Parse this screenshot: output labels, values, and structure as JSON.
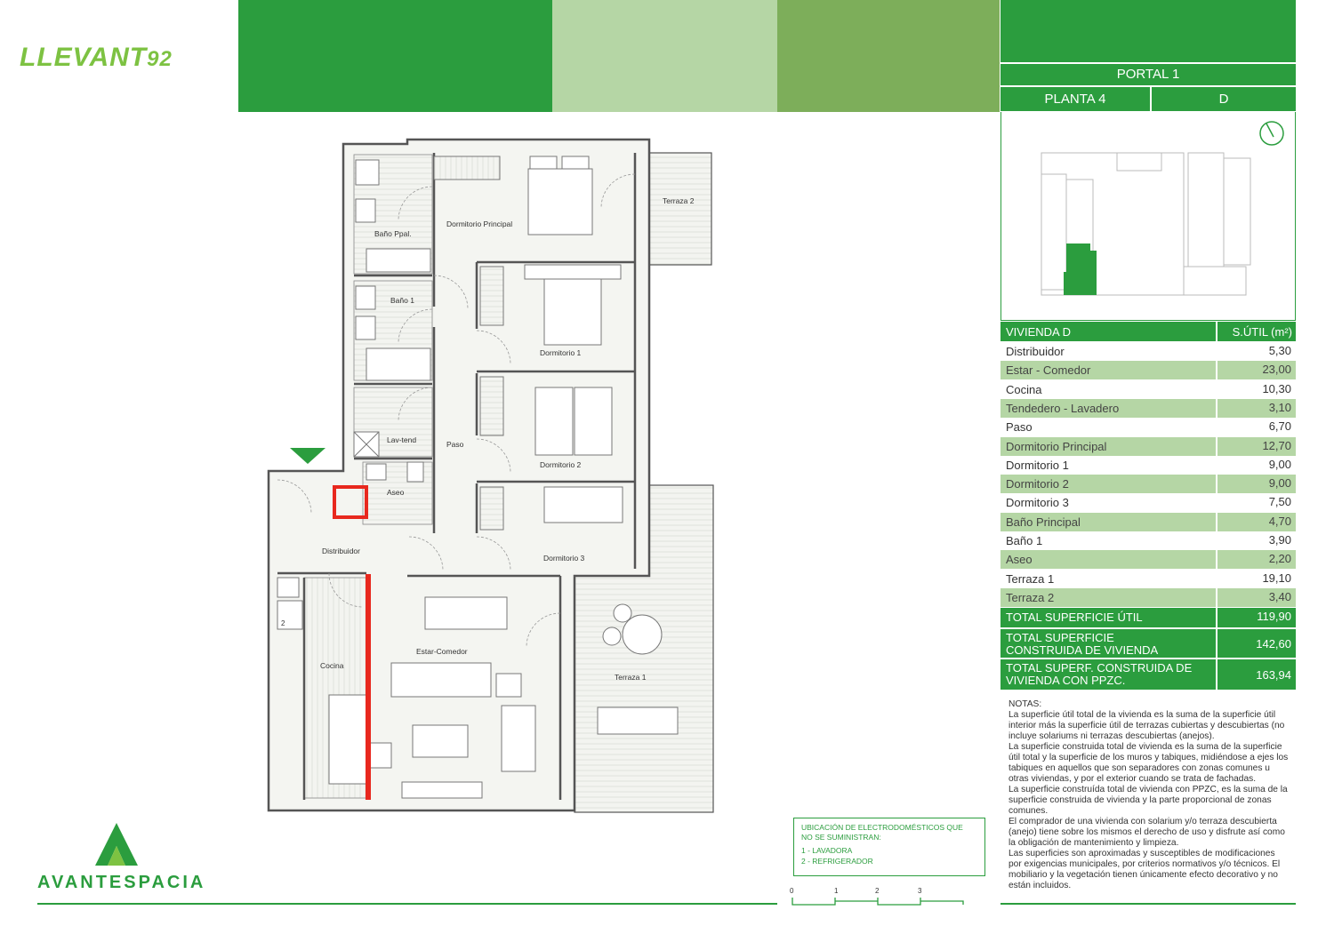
{
  "brand": {
    "logo": "LLEVANT",
    "logo_number": "92",
    "developer": "AVANTESPACIA"
  },
  "colors": {
    "green_dark": "#2b9d3e",
    "green_light": "#b5d6a5",
    "green_mid": "#7dae5a",
    "logo_green": "#7dc242",
    "red_mark": "#e8281e"
  },
  "header": {
    "portal": "PORTAL 1",
    "planta": "PLANTA 4",
    "letra": "D"
  },
  "table": {
    "title": "VIVIENDA D",
    "unit_header": "S.ÚTIL (m²)",
    "rows": [
      {
        "name": "Distribuidor",
        "value": "5,30"
      },
      {
        "name": "Estar - Comedor",
        "value": "23,00"
      },
      {
        "name": "Cocina",
        "value": "10,30"
      },
      {
        "name": "Tendedero - Lavadero",
        "value": "3,10"
      },
      {
        "name": "Paso",
        "value": "6,70"
      },
      {
        "name": "Dormitorio Principal",
        "value": "12,70"
      },
      {
        "name": "Dormitorio 1",
        "value": "9,00"
      },
      {
        "name": "Dormitorio 2",
        "value": "9,00"
      },
      {
        "name": "Dormitorio 3",
        "value": "7,50"
      },
      {
        "name": "Baño Principal",
        "value": "4,70"
      },
      {
        "name": "Baño 1",
        "value": "3,90"
      },
      {
        "name": "Aseo",
        "value": "2,20"
      },
      {
        "name": "Terraza 1",
        "value": "19,10"
      },
      {
        "name": "Terraza 2",
        "value": "3,40"
      }
    ],
    "totals": [
      {
        "name": "TOTAL SUPERFICIE ÚTIL",
        "value": "119,90"
      },
      {
        "name": "TOTAL SUPERFICIE CONSTRUIDA DE VIVIENDA",
        "value": "142,60"
      },
      {
        "name": "TOTAL SUPERF. CONSTRUIDA DE VIVIENDA CON PPZC.",
        "value": "163,94"
      }
    ]
  },
  "notes": {
    "title": "NOTAS:",
    "paragraphs": [
      "La superficie útil total de la vivienda es la suma de la superficie útil interior más la superficie útil de terrazas cubiertas y descubiertas (no incluye solariums ni terrazas descubiertas (anejos).",
      "La superficie construida total de vivienda es la suma de la superficie útil total y la superficie de los muros y tabiques, midiéndose a ejes los tabiques en aquellos que son separadores con zonas comunes u otras viviendas, y por el exterior cuando se trata de fachadas.",
      "La superficie construída total de vivienda con PPZC, es la suma de la superficie construida de vivienda y la parte proporcional de zonas comunes.",
      "El comprador de una vivienda con solarium y/o terraza descubierta (anejo) tiene sobre los mismos el derecho de uso y disfrute así como la obligación de mantenimiento y limpieza.",
      "Las superficies son aproximadas y susceptibles de modificaciones por exigencias municipales, por criterios normativos y/o técnicos. El mobiliario y la vegetación tienen únicamente efecto decorativo y no están incluidos."
    ]
  },
  "legend": {
    "title": "UBICACIÓN DE ELECTRODOMÉSTICOS QUE NO SE SUMINISTRAN:",
    "items": [
      "1 - LAVADORA",
      "2 - REFRIGERADOR"
    ]
  },
  "scale": [
    "0",
    "1",
    "2",
    "3"
  ],
  "rooms": {
    "bano_ppal": "Baño Ppal.",
    "dorm_principal": "Dormitorio Principal",
    "terraza2": "Terraza 2",
    "bano1": "Baño 1",
    "dorm1": "Dormitorio 1",
    "lav_tend": "Lav-tend",
    "paso": "Paso",
    "dorm2": "Dormitorio 2",
    "aseo": "Aseo",
    "distribuidor": "Distribuidor",
    "dorm3": "Dormitorio 3",
    "cocina": "Cocina",
    "estar": "Estar-Comedor",
    "terraza1": "Terraza 1",
    "appliance2": "2"
  }
}
